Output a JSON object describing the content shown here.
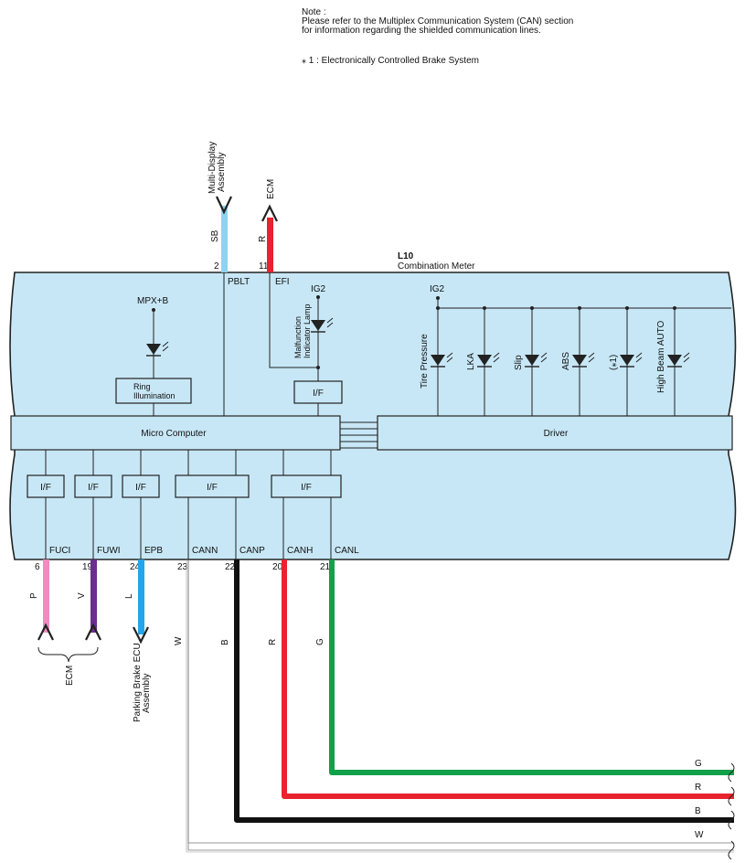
{
  "note": {
    "heading": "Note :",
    "line1": "Please refer to the Multiplex Communication System (CAN) section",
    "line2": "for information regarding the shielded communication lines.",
    "footnote": "⁎ 1 : Electronically Controlled Brake System"
  },
  "component": {
    "code": "L10",
    "name": "Combination Meter"
  },
  "top_connections": [
    {
      "pin": "2",
      "signal": "PBLT",
      "wire_color": "SB",
      "dest_line1": "Multi-Display",
      "dest_line2": "Assembly",
      "hex": "#8fd3f0"
    },
    {
      "pin": "11",
      "signal": "EFI",
      "wire_color": "R",
      "dest_line1": "ECM",
      "dest_line2": "",
      "hex": "#e8232e"
    }
  ],
  "internal": {
    "mpx": "MPX+B",
    "ig2_left": "IG2",
    "ig2_right": "IG2",
    "ring_line1": "Ring",
    "ring_line2": "Illumination",
    "mil_line1": "Malfunction",
    "mil_line2": "Indicator Lamp",
    "if_mil": "I/F",
    "micro": "Micro Computer",
    "driver": "Driver",
    "lamps": [
      "Tire Pressure",
      "LKA",
      "Slip",
      "ABS",
      "(⁎1)",
      "High Beam AUTO"
    ],
    "if_labels": [
      "I/F",
      "I/F",
      "I/F",
      "I/F",
      "I/F"
    ]
  },
  "bottom_connections": [
    {
      "pin": "6",
      "signal": "FUCI",
      "wire_color": "P",
      "hex": "#f08ac0"
    },
    {
      "pin": "19",
      "signal": "FUWI",
      "wire_color": "V",
      "hex": "#6a2f8e"
    },
    {
      "pin": "24",
      "signal": "EPB",
      "wire_color": "L",
      "hex": "#22a6e8"
    },
    {
      "pin": "23",
      "signal": "CANN",
      "wire_color": "W",
      "hex": "#ffffff"
    },
    {
      "pin": "22",
      "signal": "CANP",
      "wire_color": "B",
      "hex": "#111111"
    },
    {
      "pin": "20",
      "signal": "CANH",
      "wire_color": "R",
      "hex": "#e8232e"
    },
    {
      "pin": "21",
      "signal": "CANL",
      "wire_color": "G",
      "hex": "#12a04a"
    }
  ],
  "destinations": {
    "ecm": "ECM",
    "parking_line1": "Parking Brake ECU",
    "parking_line2": "Assembly"
  },
  "right_wire_labels": [
    "G",
    "R",
    "B",
    "W"
  ],
  "colors": {
    "meter_fill": "#c7e7f6",
    "outline": "#222222"
  }
}
